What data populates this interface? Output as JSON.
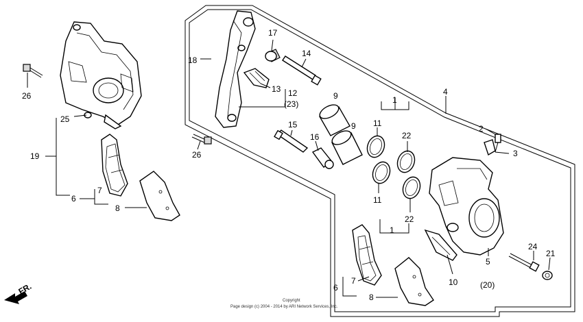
{
  "callouts": {
    "n26a": "26",
    "n26b": "26",
    "n25": "25",
    "n19": "19",
    "n6a": "6",
    "n7a": "7",
    "n8a": "8",
    "n18": "18",
    "n17": "17",
    "n14": "14",
    "n13": "13",
    "n12": "12",
    "n23": "(23)",
    "n15": "15",
    "n16": "16",
    "n9a": "9",
    "n9b": "9",
    "n1a": "1",
    "n11a": "11",
    "n22a": "22",
    "n11b": "11",
    "n22b": "22",
    "n1b": "1",
    "n4": "4",
    "n2": "2",
    "n3": "3",
    "n5": "5",
    "n20": "(20)",
    "n10": "10",
    "n24": "24",
    "n21": "21",
    "n6b": "6",
    "n7b": "7",
    "n8b": "8"
  },
  "front_label": "FR.",
  "copyright": {
    "line1": "Copyright",
    "line2": "Page design (c) 2004 - 2014 by ARI Network Services, Inc."
  }
}
